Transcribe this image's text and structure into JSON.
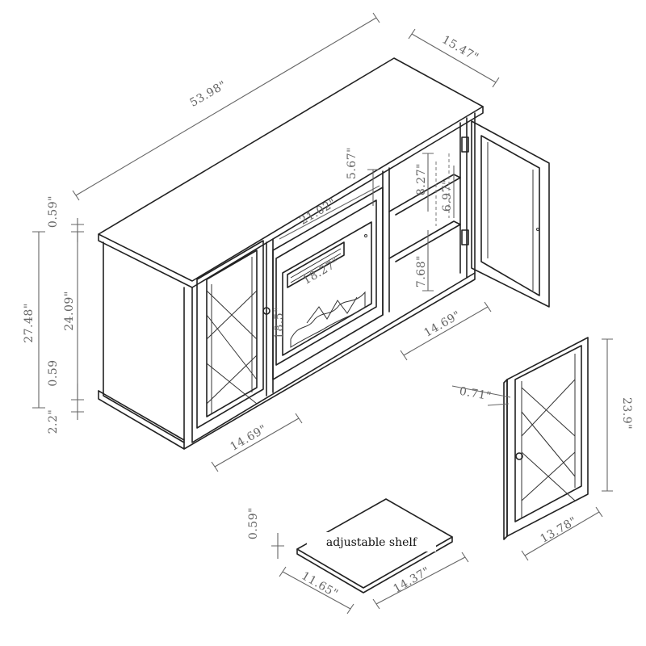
{
  "diagram": {
    "stroke_color": "#222222",
    "dimension_color": "#666666",
    "labels": {
      "overall_width": "53.98\"",
      "overall_depth": "15.47\"",
      "top_thickness": "0.59\"",
      "overall_height": "27.48\"",
      "body_height": "24.09\"",
      "bottom_panel": "0.59",
      "base_height": "2.2\"",
      "fireplace_opening_width": "21.02\"",
      "top_gap": "5.67\"",
      "firebox_width": "18.27\"",
      "firebox_height": "18.5\"",
      "upper_shelf_space": "8.27\"",
      "mid_shelf_space": "6.97\"",
      "lower_shelf_space": "7.68\"",
      "cabinet_width_right": "14.69\"",
      "cabinet_width_left": "14.69\"",
      "door_thickness": "0.71\"",
      "door_height": "23.9\"",
      "door_width": "13.78\"",
      "shelf_thickness": "0.59\"",
      "shelf_depth": "11.65\"",
      "shelf_width": "14.37\"",
      "shelf_caption": "adjustable shelf"
    }
  }
}
